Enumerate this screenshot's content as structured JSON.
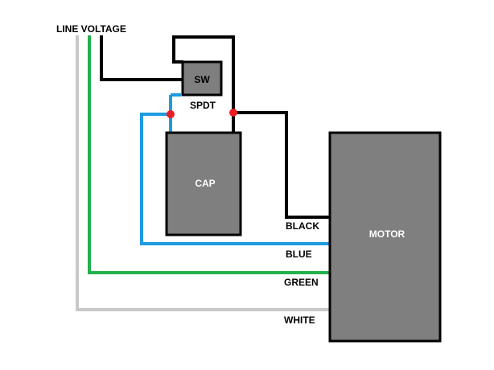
{
  "labels": {
    "line_voltage": "LINE VOLTAGE",
    "switch": "SW",
    "switch_type": "SPDT",
    "capacitor": "CAP",
    "motor": "MOTOR"
  },
  "wires": {
    "black": "BLACK",
    "blue": "BLUE",
    "green": "GREEN",
    "white": "WHITE"
  },
  "colors": {
    "black_wire": "#000000",
    "blue_wire": "#1e9ae0",
    "green_wire": "#22b14c",
    "white_wire": "#c8c8c8",
    "component_fill": "#7f7f7f",
    "junction": "#ed1c24"
  }
}
